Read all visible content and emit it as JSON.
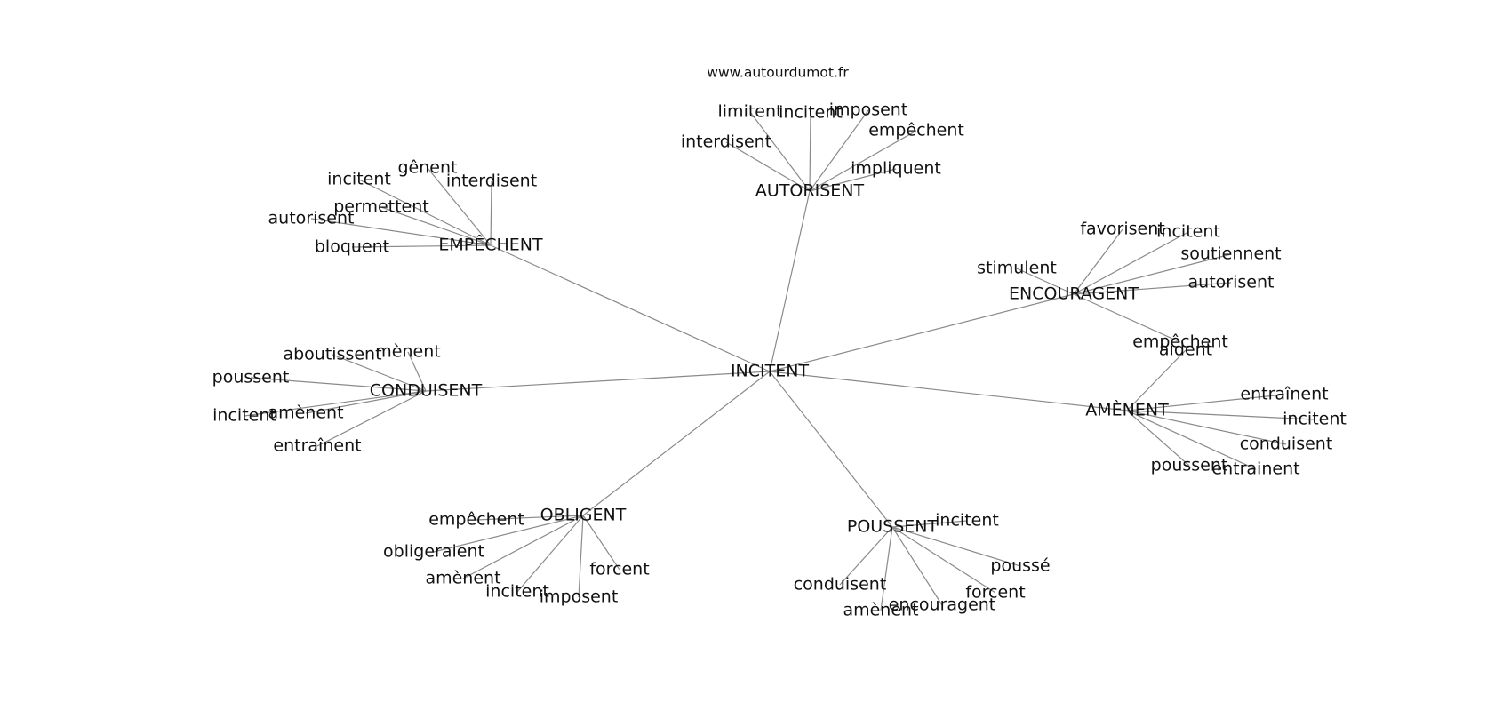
{
  "source": "www.autourdumot.fr",
  "center": "INCITENT",
  "clusters": [
    {
      "word": "AUTORISENT",
      "leaves": [
        "limitent",
        "incitent",
        "imposent",
        "interdisent",
        "empêchent",
        "impliquent"
      ]
    },
    {
      "word": "EMPÊCHENT",
      "leaves": [
        "gênent",
        "interdisent",
        "incitent",
        "permettent",
        "autorisent",
        "bloquent"
      ]
    },
    {
      "word": "ENCOURAGENT",
      "leaves": [
        "favorisent",
        "incitent",
        "soutiennent",
        "stimulent",
        "autorisent",
        "empêchent"
      ]
    },
    {
      "word": "CONDUISENT",
      "leaves": [
        "aboutissent",
        "mènent",
        "poussent",
        "incitent",
        "amènent",
        "entraînent"
      ]
    },
    {
      "word": "AMÈNENT",
      "leaves": [
        "aident",
        "entraînent",
        "incitent",
        "conduisent",
        "poussent",
        "entrainent"
      ]
    },
    {
      "word": "OBLIGENT",
      "leaves": [
        "empêchent",
        "obligeraient",
        "amènent",
        "forcent",
        "incitent",
        "imposent"
      ]
    },
    {
      "word": "POUSSENT",
      "leaves": [
        "incitent",
        "poussé",
        "forcent",
        "conduisent",
        "encouragent",
        "amènent"
      ]
    }
  ]
}
